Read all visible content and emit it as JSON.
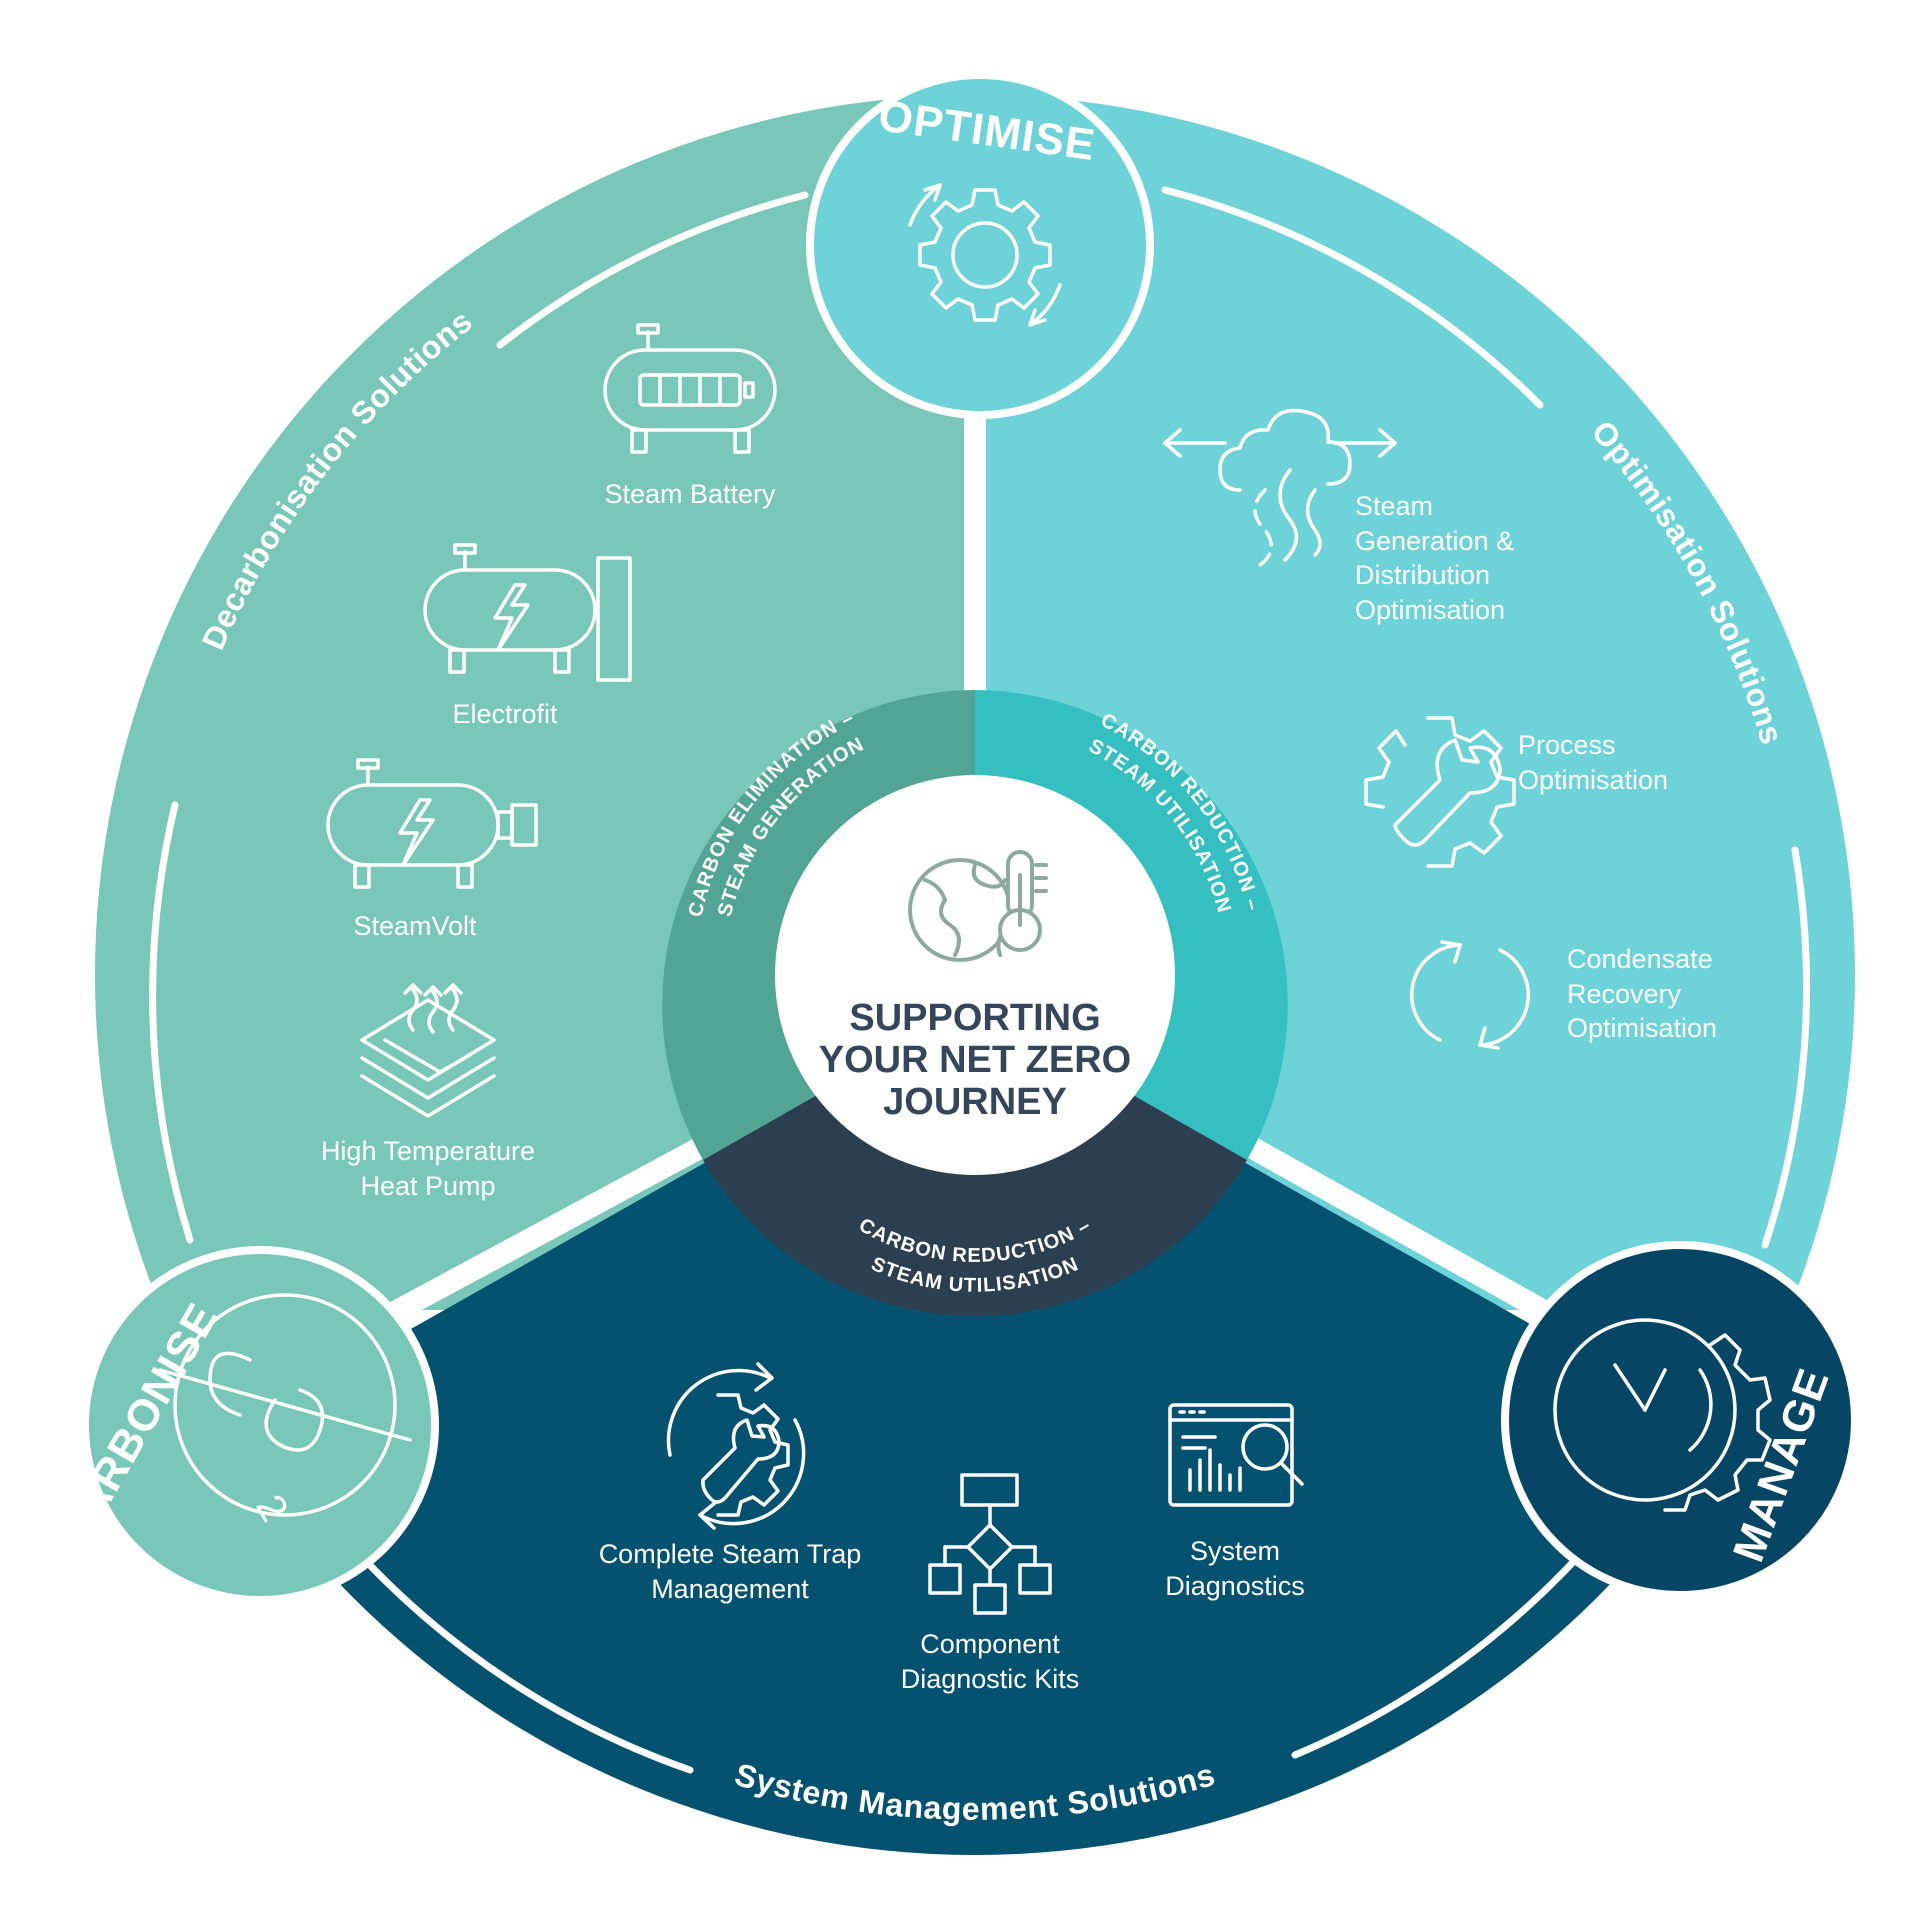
{
  "center": {
    "title_lines": [
      "SUPPORTING",
      "YOUR NET ZERO",
      "JOURNEY"
    ],
    "icon": "globe-thermometer-icon"
  },
  "inner_ring": {
    "left_lines": [
      "CARBON ELIMINATION –",
      "STEAM GENERATION"
    ],
    "right_lines": [
      "CARBON REDUCTION –",
      "STEAM UTILISATION"
    ],
    "bottom_lines": [
      "CARBON REDUCTION –",
      "STEAM UTILISATION"
    ]
  },
  "nodes": {
    "optimise": {
      "label": "OPTIMISE",
      "icon": "gear-cycle-icon"
    },
    "decarbonise": {
      "label": "DECARBONISE",
      "icon": "no-co2-icon"
    },
    "manage": {
      "label": "MANAGE",
      "icon": "clock-gear-icon"
    }
  },
  "sections": {
    "decarbonisation": {
      "title": "Decarbonisation Solutions",
      "items": [
        {
          "lines": [
            "Steam Battery"
          ],
          "icon": "steam-battery-icon"
        },
        {
          "lines": [
            "Electrofit"
          ],
          "icon": "electrofit-icon"
        },
        {
          "lines": [
            "SteamVolt"
          ],
          "icon": "steamvolt-icon"
        },
        {
          "lines": [
            "High Temperature",
            "Heat Pump"
          ],
          "icon": "heat-pump-icon"
        }
      ]
    },
    "optimisation": {
      "title": "Optimisation Solutions",
      "items": [
        {
          "lines": [
            "Steam",
            "Generation &",
            "Distribution",
            "Optimisation"
          ],
          "icon": "steam-cloud-icon"
        },
        {
          "lines": [
            "Process",
            "Optimisation"
          ],
          "icon": "gear-wrench-icon"
        },
        {
          "lines": [
            "Condensate",
            "Recovery",
            "Optimisation"
          ],
          "icon": "recycle-arrows-icon"
        }
      ]
    },
    "system_management": {
      "title": "System Management Solutions",
      "items": [
        {
          "lines": [
            "Complete Steam Trap",
            "Management"
          ],
          "icon": "trap-management-icon"
        },
        {
          "lines": [
            "Component",
            "Diagnostic Kits"
          ],
          "icon": "flowchart-icon"
        },
        {
          "lines": [
            "System",
            "Diagnostics"
          ],
          "icon": "diagnostics-screen-icon"
        }
      ]
    }
  },
  "colors": {
    "decarbonisation": "#79c7b9",
    "optimisation": "#6dd3d9",
    "system_management": "#04526f",
    "inner_left": "#52a594",
    "inner_right": "#36bfc0",
    "inner_bottom": "#2b3f51",
    "center_text": "#35465a",
    "manage_node": "#064563"
  }
}
